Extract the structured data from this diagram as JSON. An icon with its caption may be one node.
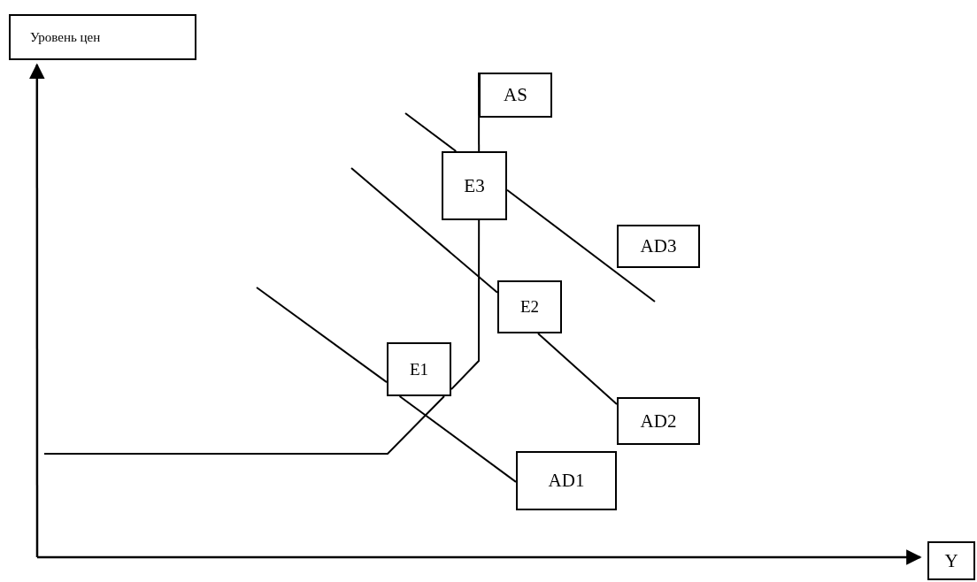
{
  "diagram": {
    "nodes": [
      {
        "text": [
          "Уровень цен"
        ]
      },
      {
        "text": [
          "AS"
        ]
      },
      {
        "text": [
          "E3"
        ]
      },
      {
        "text": [
          "AD3"
        ]
      },
      {
        "text": [
          "E2"
        ]
      },
      {
        "text": [
          "E1"
        ]
      },
      {
        "text": [
          "AD2"
        ]
      },
      {
        "text": [
          "AD1"
        ]
      },
      {
        "text": [
          "Y"
        ]
      }
    ],
    "edges": [
      {
        "from": null,
        "to": 5,
        "arrow": "none"
      },
      {
        "from": 5,
        "to": 7,
        "arrow": "none"
      },
      {
        "from": null,
        "to": 4,
        "arrow": "none"
      },
      {
        "from": 4,
        "to": 6,
        "arrow": "none"
      },
      {
        "from": null,
        "to": 2,
        "arrow": "none"
      },
      {
        "from": 2,
        "to": null,
        "arrow": "none"
      },
      {
        "from": null,
        "to": 5,
        "arrow": "none"
      },
      {
        "from": 5,
        "to": 2,
        "arrow": "none"
      },
      {
        "from": 2,
        "to": 1,
        "arrow": "none"
      },
      {
        "from": null,
        "to": 0,
        "arrow": "to"
      },
      {
        "from": null,
        "to": 8,
        "arrow": "to"
      }
    ]
  }
}
